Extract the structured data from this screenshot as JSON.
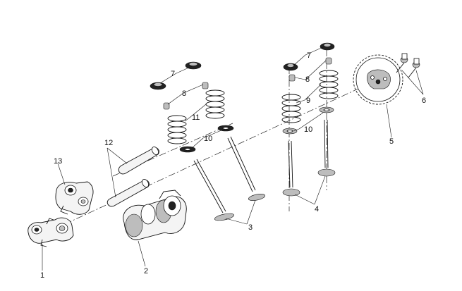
{
  "callouts": {
    "c1": "1",
    "c2": "2",
    "c3": "3",
    "c4": "4",
    "c5": "5",
    "c6": "6",
    "c7a": "7",
    "c7b": "7",
    "c8a": "8",
    "c8b": "8",
    "c9": "9",
    "c10a": "10",
    "c10b": "10",
    "c11": "11",
    "c12": "12",
    "c13": "13"
  }
}
